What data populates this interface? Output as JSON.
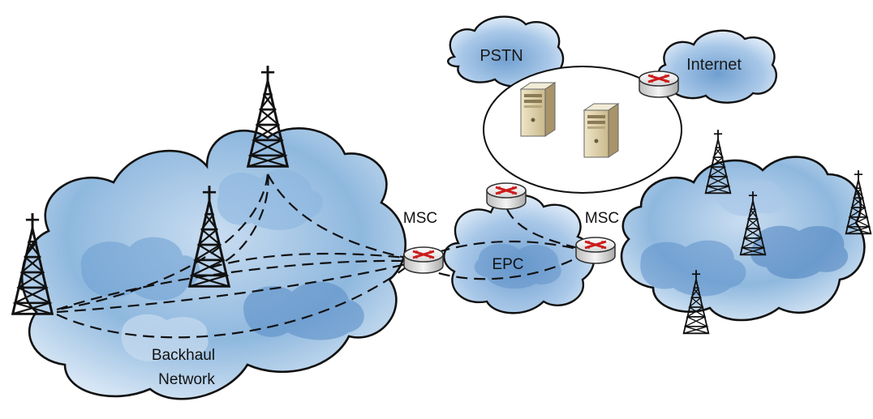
{
  "labels": {
    "pstn": "PSTN",
    "internet": "Internet",
    "msc_left": "MSC",
    "msc_right": "MSC",
    "epc": "EPC",
    "backhaul_line1": "Backhaul",
    "backhaul_line2": "Network"
  },
  "colors": {
    "cloud_light": "#dbe9f6",
    "cloud_mid": "#8fb8de",
    "cloud_dark": "#4f86c0",
    "outline": "#111111",
    "router_body": "#e8e8e8",
    "router_arrow": "#cc1a1a"
  }
}
